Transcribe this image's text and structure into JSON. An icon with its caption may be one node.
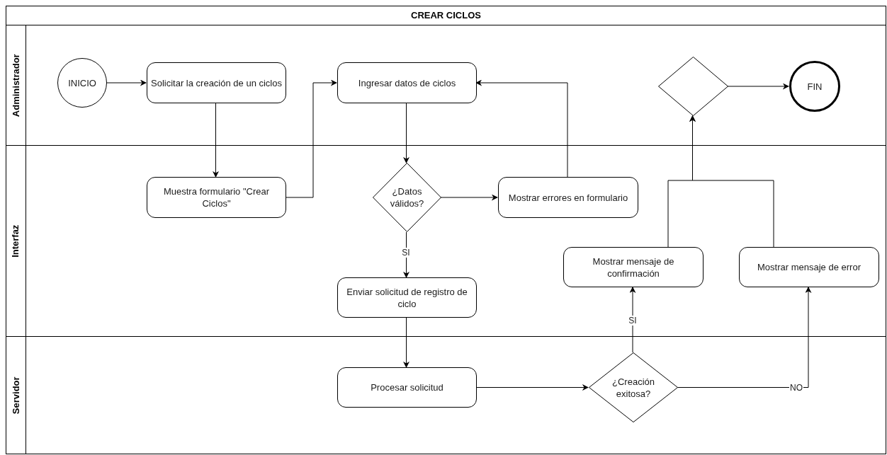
{
  "diagram": {
    "title": "CREAR CICLOS",
    "nodes": [
      {
        "text": [
          "Administrador"
        ]
      },
      {
        "text": [
          "Interfaz"
        ]
      },
      {
        "text": [
          "Servidor"
        ]
      },
      {
        "text": [
          "INICIO"
        ],
        "in": 0
      },
      {
        "text": [
          "Solicitar la creación de un ciclos"
        ],
        "in": 0
      },
      {
        "text": [
          "Ingresar datos de ciclos"
        ],
        "in": 0
      },
      {
        "text": [],
        "shape": "diamond",
        "in": 0
      },
      {
        "text": [
          "FIN"
        ],
        "in": 0
      },
      {
        "text": [
          "Muestra formulario \"Crear Ciclos\""
        ],
        "in": 1
      },
      {
        "text": [
          "¿Datos válidos?"
        ],
        "in": 1
      },
      {
        "text": [
          "Mostrar errores en formulario"
        ],
        "in": 1
      },
      {
        "text": [
          "Enviar solicitud de registro de ciclo"
        ],
        "in": 1
      },
      {
        "text": [
          "Mostrar mensaje de confirmación"
        ],
        "in": 1
      },
      {
        "text": [
          "Mostrar mensaje de error"
        ],
        "in": 1
      },
      {
        "text": [
          "Procesar solicitud"
        ],
        "in": 2
      },
      {
        "text": [
          "¿Creación exitosa?"
        ],
        "in": 2
      }
    ],
    "edges": [
      {
        "from": 3,
        "to": 4,
        "arrow": "to"
      },
      {
        "from": 4,
        "to": 8,
        "arrow": "to"
      },
      {
        "from": 8,
        "to": 5,
        "arrow": "to"
      },
      {
        "from": 5,
        "to": 9,
        "arrow": "to"
      },
      {
        "from": 9,
        "to": 10,
        "arrow": "to"
      },
      {
        "from": 10,
        "to": 5,
        "arrow": "to"
      },
      {
        "from": 9,
        "to": 11,
        "arrow": "to",
        "label": "SI"
      },
      {
        "from": 11,
        "to": 14,
        "arrow": "to"
      },
      {
        "from": 14,
        "to": 15,
        "arrow": "to"
      },
      {
        "from": 15,
        "to": 12,
        "arrow": "to",
        "label": "SI"
      },
      {
        "from": 15,
        "to": 13,
        "arrow": "to",
        "label": "NO"
      },
      {
        "from": 12,
        "to": 6,
        "arrow": "to"
      },
      {
        "from": 13,
        "to": 6,
        "arrow": "to"
      },
      {
        "from": 6,
        "to": 7,
        "arrow": "to"
      }
    ]
  }
}
